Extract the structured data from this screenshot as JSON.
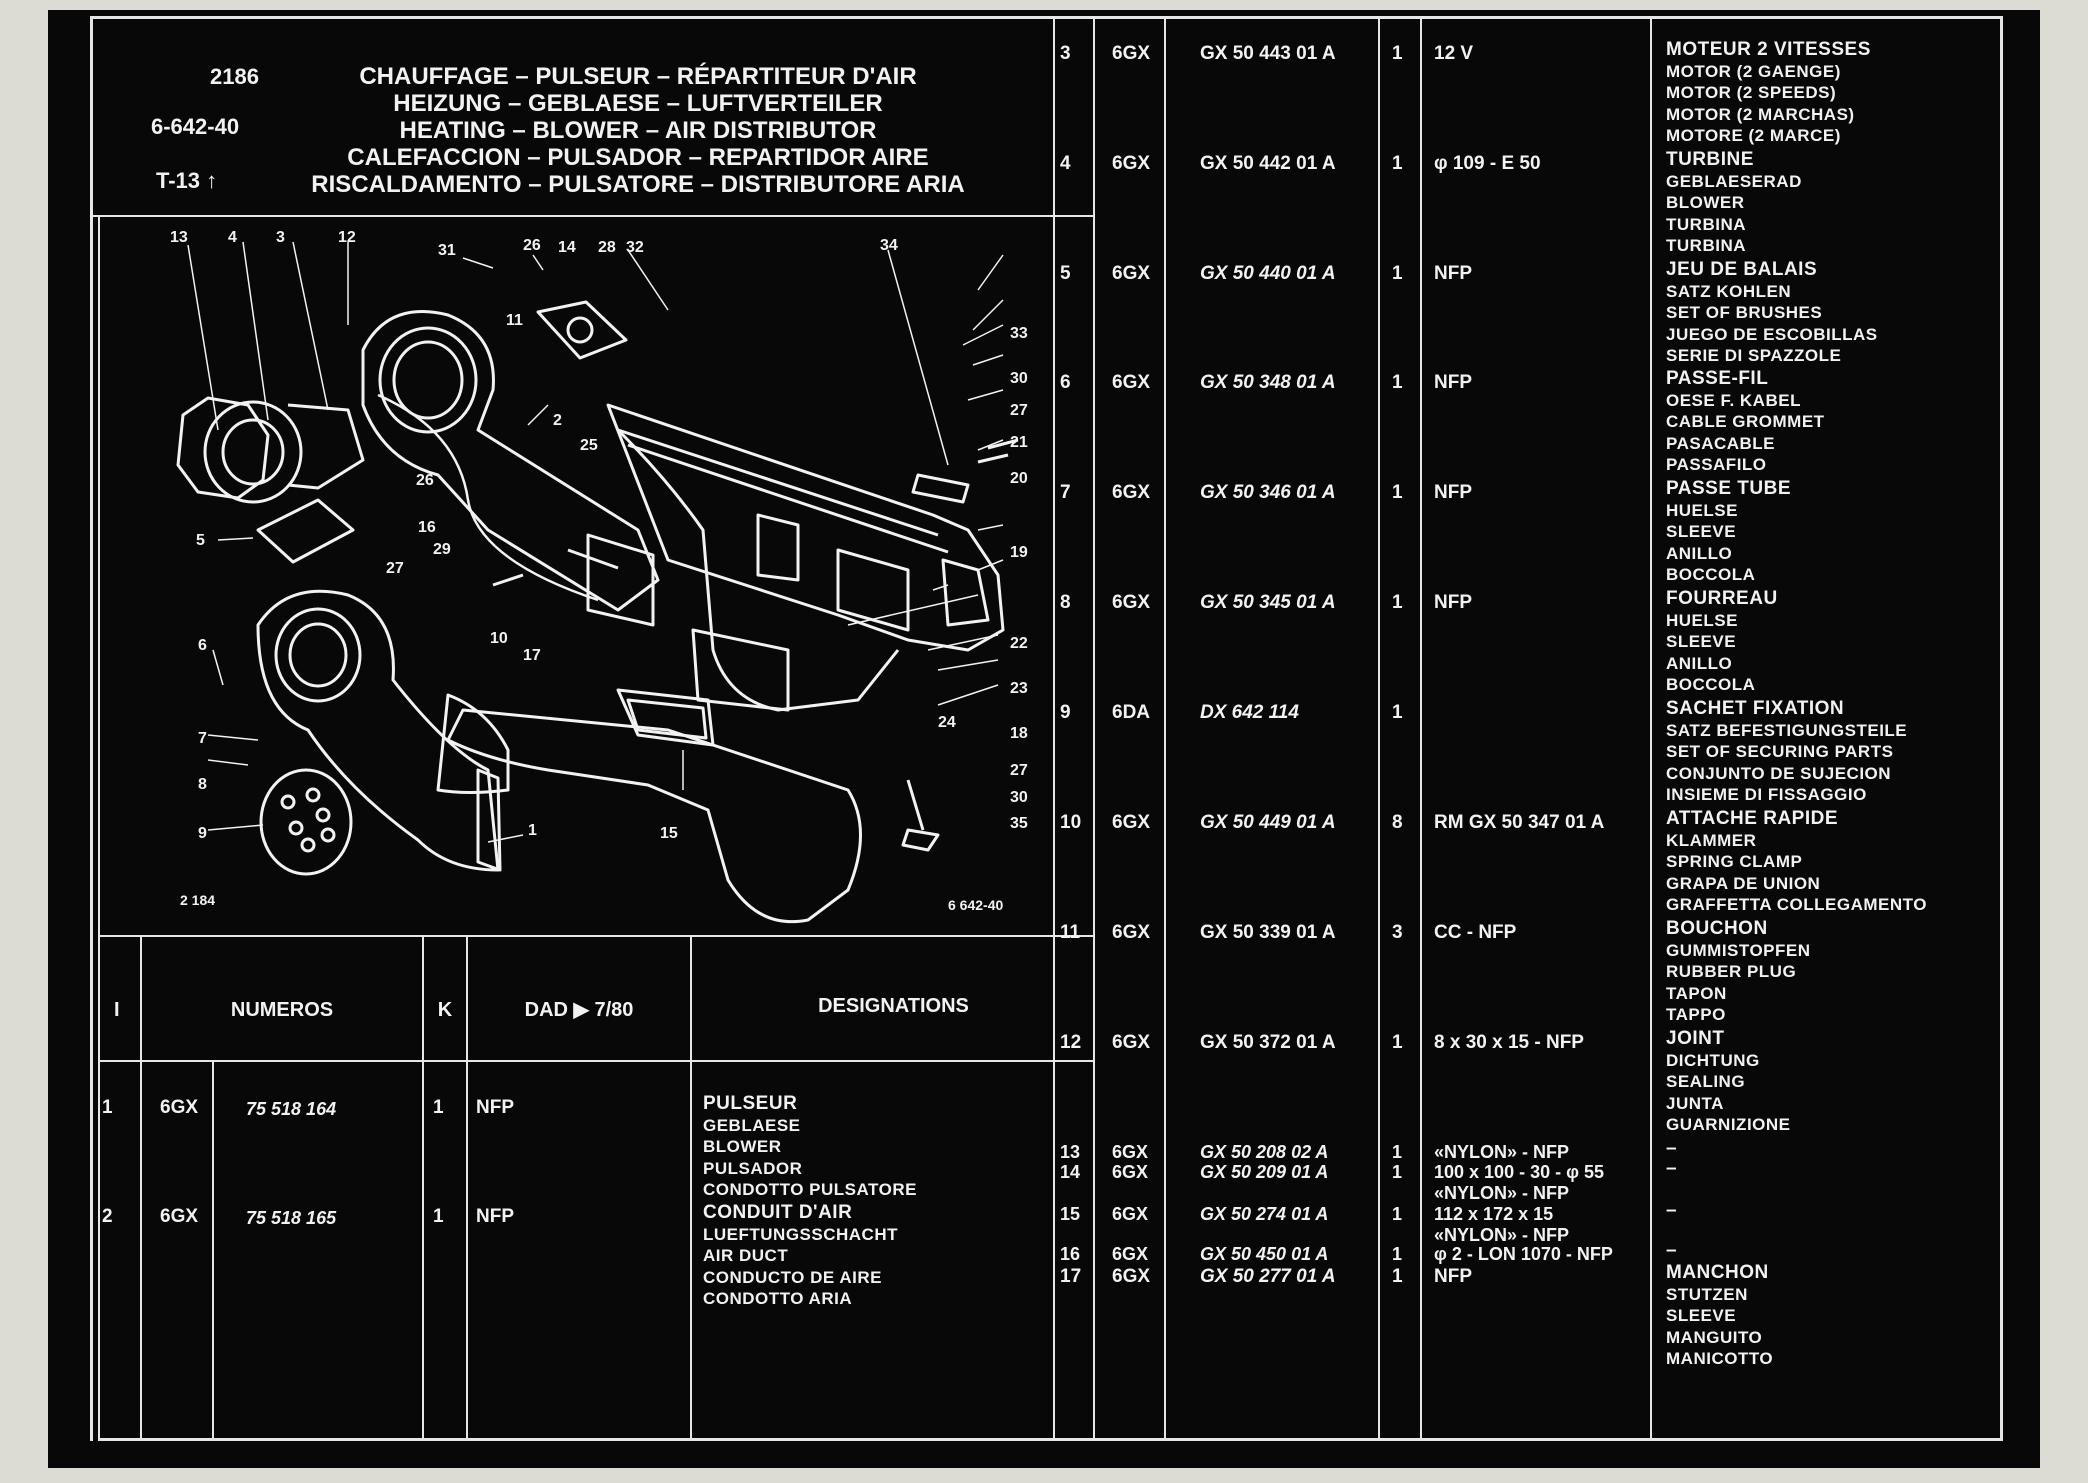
{
  "header": {
    "fig_number": "2186",
    "ref_code": "6-642-40",
    "t_ref": "T-13",
    "titles": [
      "CHAUFFAGE – PULSEUR – RÉPARTITEUR D'AIR",
      "HEIZUNG – GEBLAESE – LUFTVERTEILER",
      "HEATING – BLOWER – AIR DISTRIBUTOR",
      "CALEFACCION – PULSADOR – REPARTIDOR AIRE",
      "RISCALDAMENTO – PULSATORE – DISTRIBUTORE ARIA"
    ]
  },
  "diagram": {
    "label_left": "2 184",
    "label_right": "6 642-40",
    "callouts": [
      "13",
      "4",
      "3",
      "12",
      "31",
      "26",
      "14",
      "28",
      "32",
      "34",
      "33",
      "30",
      "27",
      "21",
      "20",
      "19",
      "22",
      "23",
      "24",
      "18",
      "27",
      "30",
      "35",
      "15",
      "1",
      "2",
      "25",
      "26",
      "16",
      "29",
      "27",
      "5",
      "6",
      "7",
      "8",
      "9",
      "10",
      "17",
      "11"
    ]
  },
  "table_header": {
    "col_i": "I",
    "col_numeros": "NUMEROS",
    "col_k": "K",
    "col_dad": "DAD ▶ 7/80",
    "col_designations": "DESIGNATIONS"
  },
  "left_rows": [
    {
      "i": "1",
      "code": "6GX",
      "num": "75 518 164",
      "k": "1",
      "dad": "NFP",
      "desc": [
        "PULSEUR",
        "GEBLAESE",
        "BLOWER",
        "PULSADOR",
        "CONDOTTO PULSATORE"
      ]
    },
    {
      "i": "2",
      "code": "6GX",
      "num": "75 518 165",
      "k": "1",
      "dad": "NFP",
      "desc": [
        "CONDUIT D'AIR",
        "LUEFTUNGSSCHACHT",
        "AIR DUCT",
        "CONDUCTO DE AIRE",
        "CONDOTTO ARIA"
      ]
    }
  ],
  "right_rows": [
    {
      "i": "3",
      "code": "6GX",
      "num": "GX 50 443 01 A",
      "k": "1",
      "dad": "12 V",
      "desc": [
        "MOTEUR 2 VITESSES",
        "MOTOR (2 GAENGE)",
        "MOTOR (2 SPEEDS)",
        "MOTOR (2 MARCHAS)",
        "MOTORE (2 MARCE)"
      ]
    },
    {
      "i": "4",
      "code": "6GX",
      "num": "GX 50 442 01 A",
      "k": "1",
      "dad": "φ 109 - E 50",
      "desc": [
        "TURBINE",
        "GEBLAESERAD",
        "BLOWER",
        "TURBINA",
        "TURBINA"
      ]
    },
    {
      "i": "5",
      "code": "6GX",
      "num": "GX 50 440 01 A",
      "k": "1",
      "dad": "NFP",
      "desc": [
        "JEU DE BALAIS",
        "SATZ KOHLEN",
        "SET OF BRUSHES",
        "JUEGO DE ESCOBILLAS",
        "SERIE DI SPAZZOLE"
      ]
    },
    {
      "i": "6",
      "code": "6GX",
      "num": "GX 50 348 01 A",
      "k": "1",
      "dad": "NFP",
      "desc": [
        "PASSE-FIL",
        "OESE F. KABEL",
        "CABLE GROMMET",
        "PASACABLE",
        "PASSAFILO"
      ]
    },
    {
      "i": "7",
      "code": "6GX",
      "num": "GX 50 346 01 A",
      "k": "1",
      "dad": "NFP",
      "desc": [
        "PASSE TUBE",
        "HUELSE",
        "SLEEVE",
        "ANILLO",
        "BOCCOLA"
      ]
    },
    {
      "i": "8",
      "code": "6GX",
      "num": "GX 50 345 01 A",
      "k": "1",
      "dad": "NFP",
      "desc": [
        "FOURREAU",
        "HUELSE",
        "SLEEVE",
        "ANILLO",
        "BOCCOLA"
      ]
    },
    {
      "i": "9",
      "code": "6DA",
      "num": "DX 642 114",
      "k": "1",
      "dad": "",
      "desc": [
        "SACHET FIXATION",
        "SATZ BEFESTIGUNGSTEILE",
        "SET OF SECURING PARTS",
        "CONJUNTO DE SUJECION",
        "INSIEME DI FISSAGGIO"
      ]
    },
    {
      "i": "10",
      "code": "6GX",
      "num": "GX 50 449 01 A",
      "k": "8",
      "dad": "RM GX 50 347 01 A",
      "desc": [
        "ATTACHE RAPIDE",
        "KLAMMER",
        "SPRING CLAMP",
        "GRAPA DE UNION",
        "GRAFFETTA COLLEGAMENTO"
      ]
    },
    {
      "i": "11",
      "code": "6GX",
      "num": "GX 50 339 01 A",
      "k": "3",
      "dad": "CC - NFP",
      "desc": [
        "BOUCHON",
        "GUMMISTOPFEN",
        "RUBBER PLUG",
        "TAPON",
        "TAPPO"
      ]
    },
    {
      "i": "12",
      "code": "6GX",
      "num": "GX 50 372 01 A",
      "k": "1",
      "dad": "8 x 30 x 15 - NFP",
      "desc": [
        "JOINT",
        "DICHTUNG",
        "SEALING",
        "JUNTA",
        "GUARNIZIONE"
      ]
    },
    {
      "i": "13",
      "code": "6GX",
      "num": "GX 50 208 02 A",
      "k": "1",
      "dad": "«NYLON» - NFP",
      "desc": [
        "–"
      ]
    },
    {
      "i": "14",
      "code": "6GX",
      "num": "GX 50 209 01 A",
      "k": "1",
      "dad": "100 x 100 - 30 - φ 55",
      "dad2": "«NYLON» - NFP",
      "desc": [
        "–"
      ]
    },
    {
      "i": "15",
      "code": "6GX",
      "num": "GX 50 274 01 A",
      "k": "1",
      "dad": "112 x 172 x 15",
      "dad2": "«NYLON» - NFP",
      "desc": [
        "–"
      ]
    },
    {
      "i": "16",
      "code": "6GX",
      "num": "GX 50 450 01 A",
      "k": "1",
      "dad": "φ 2 - LON 1070 - NFP",
      "desc": [
        "–"
      ]
    },
    {
      "i": "17",
      "code": "6GX",
      "num": "GX 50 277 01 A",
      "k": "1",
      "dad": "NFP",
      "desc": [
        "MANCHON",
        "STUTZEN",
        "SLEEVE",
        "MANGUITO",
        "MANICOTTO"
      ]
    }
  ],
  "colors": {
    "sheet": "#080808",
    "ink": "#f2f2f2",
    "margin": "#dcdcd4"
  }
}
